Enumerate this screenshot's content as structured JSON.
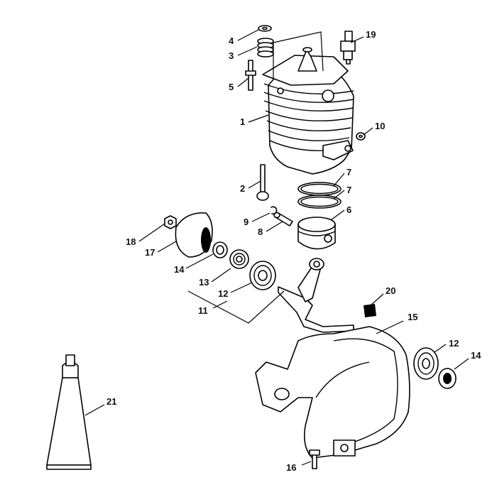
{
  "diagram": {
    "callouts": [
      {
        "id": "c1",
        "label": "1"
      },
      {
        "id": "c2",
        "label": "2"
      },
      {
        "id": "c3",
        "label": "3"
      },
      {
        "id": "c4",
        "label": "4"
      },
      {
        "id": "c5",
        "label": "5"
      },
      {
        "id": "c6",
        "label": "6"
      },
      {
        "id": "c7a",
        "label": "7"
      },
      {
        "id": "c7b",
        "label": "7"
      },
      {
        "id": "c8",
        "label": "8"
      },
      {
        "id": "c9",
        "label": "9"
      },
      {
        "id": "c10",
        "label": "10"
      },
      {
        "id": "c11",
        "label": "11"
      },
      {
        "id": "c12a",
        "label": "12"
      },
      {
        "id": "c12b",
        "label": "12"
      },
      {
        "id": "c13",
        "label": "13"
      },
      {
        "id": "c14a",
        "label": "14"
      },
      {
        "id": "c14b",
        "label": "14"
      },
      {
        "id": "c15",
        "label": "15"
      },
      {
        "id": "c16",
        "label": "16"
      },
      {
        "id": "c17",
        "label": "17"
      },
      {
        "id": "c18",
        "label": "18"
      },
      {
        "id": "c19",
        "label": "19"
      },
      {
        "id": "c20",
        "label": "20"
      },
      {
        "id": "c21",
        "label": "21"
      }
    ]
  }
}
